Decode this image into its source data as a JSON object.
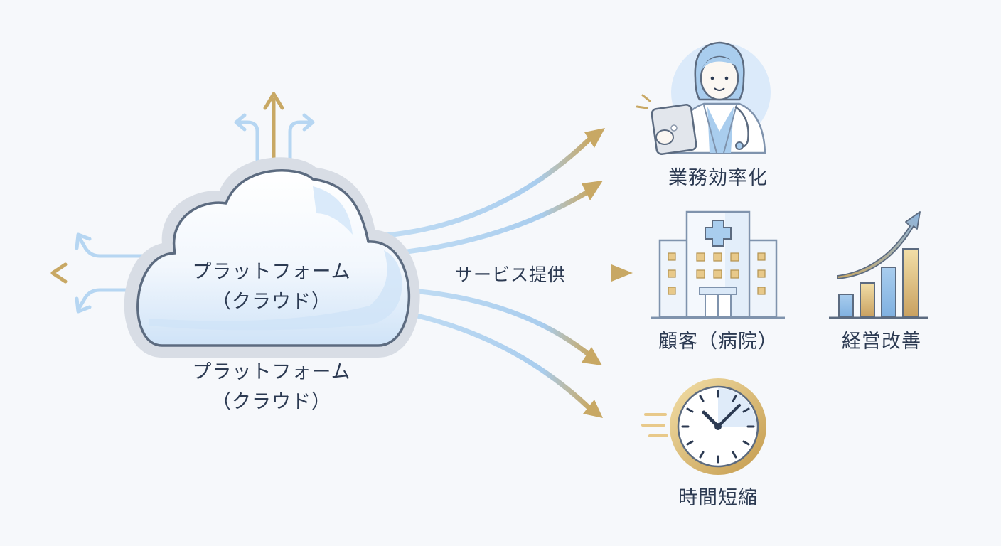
{
  "cloud": {
    "label_line1": "プラットフォーム",
    "label_line2": "（クラウド）",
    "caption_line1": "プラットフォーム",
    "caption_line2": "（クラウド）"
  },
  "flow": {
    "service_label": "サービス提供"
  },
  "nodes": {
    "efficiency": "業務効率化",
    "customer": "顧客（病院）",
    "management": "経営改善",
    "time": "時間短縮"
  },
  "colors": {
    "background": "#f6f8fb",
    "cloud_fill": "#dcebfa",
    "cloud_outline": "#5c6b80",
    "arrow_blue": "#a9cdee",
    "arrow_gold": "#c8a864",
    "text": "#2c3a52"
  },
  "icons": [
    "cloud-icon",
    "doctor-with-tablet-icon",
    "hospital-building-icon",
    "growth-chart-icon",
    "clock-icon"
  ]
}
